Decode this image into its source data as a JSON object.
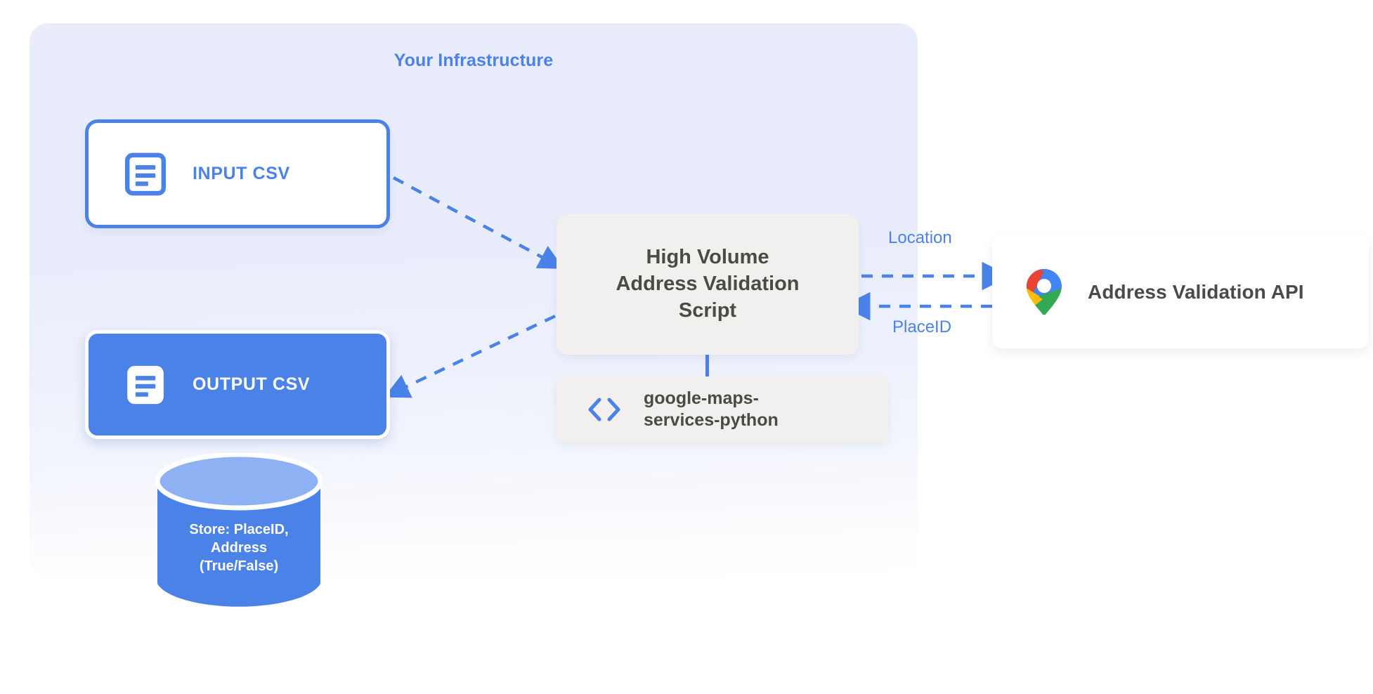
{
  "diagram": {
    "title": "Your Infrastructure",
    "accent_blue": "#4a82e8",
    "panel_bg": "#e9edfb",
    "box_gray": "#f1f0ee",
    "text_dark": "#4a4a46"
  },
  "nodes": {
    "input_csv": {
      "label": "INPUT CSV",
      "icon": "document-icon"
    },
    "output_csv": {
      "label": "OUTPUT CSV",
      "icon": "document-icon"
    },
    "script": {
      "label": "High Volume\nAddress Validation\nScript"
    },
    "library": {
      "label": "google-maps-\nservices-python",
      "icon": "code-brackets-icon"
    },
    "api": {
      "label": "Address Validation API",
      "icon": "google-maps-pin-icon"
    },
    "database": {
      "label": "Store: PlaceID,\nAddress\n(True/False)",
      "top_color": "#8eb1f3",
      "body_color": "#4a82e8"
    }
  },
  "edges": [
    {
      "name": "input-to-script",
      "label": ""
    },
    {
      "name": "script-to-output",
      "label": ""
    },
    {
      "name": "script-to-api",
      "label": "Location"
    },
    {
      "name": "api-to-script",
      "label": "PlaceID"
    },
    {
      "name": "script-to-library",
      "label": ""
    }
  ],
  "edge_labels": {
    "location": "Location",
    "placeid": "PlaceID"
  }
}
